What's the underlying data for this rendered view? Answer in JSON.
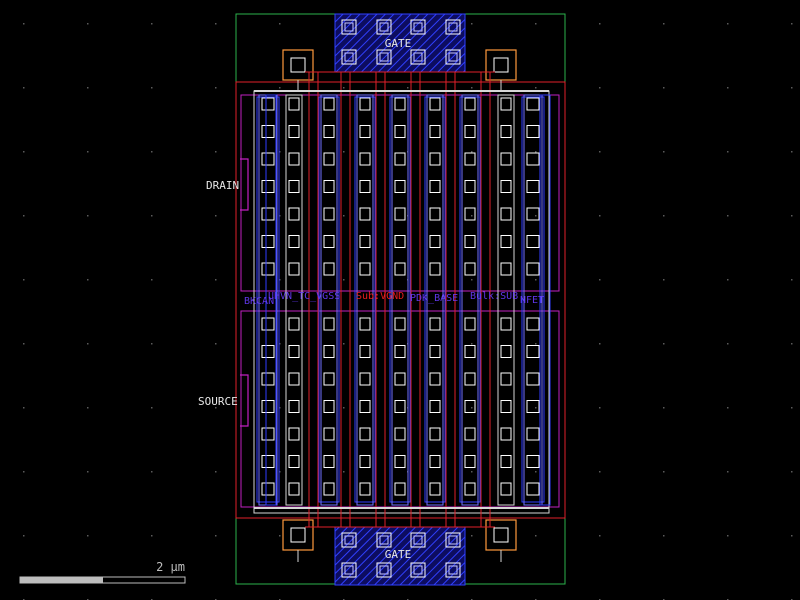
{
  "labels": {
    "gate_top": "GATE",
    "gate_bottom": "GATE",
    "drain": "DRAIN",
    "source": "SOURCE",
    "scale": "2 µm"
  },
  "layers": {
    "boundary": "#2bb24c",
    "poly": "#e0202a",
    "metal1": "#2f3cff",
    "metal2": "#c020c0",
    "contact": "#ffffff",
    "via": "#ff9a3c",
    "diffusion": "#d6d6d6",
    "hatch": "#2f3cff",
    "label_purple": "#6a3cff",
    "label_red": "#ff2020"
  }
}
